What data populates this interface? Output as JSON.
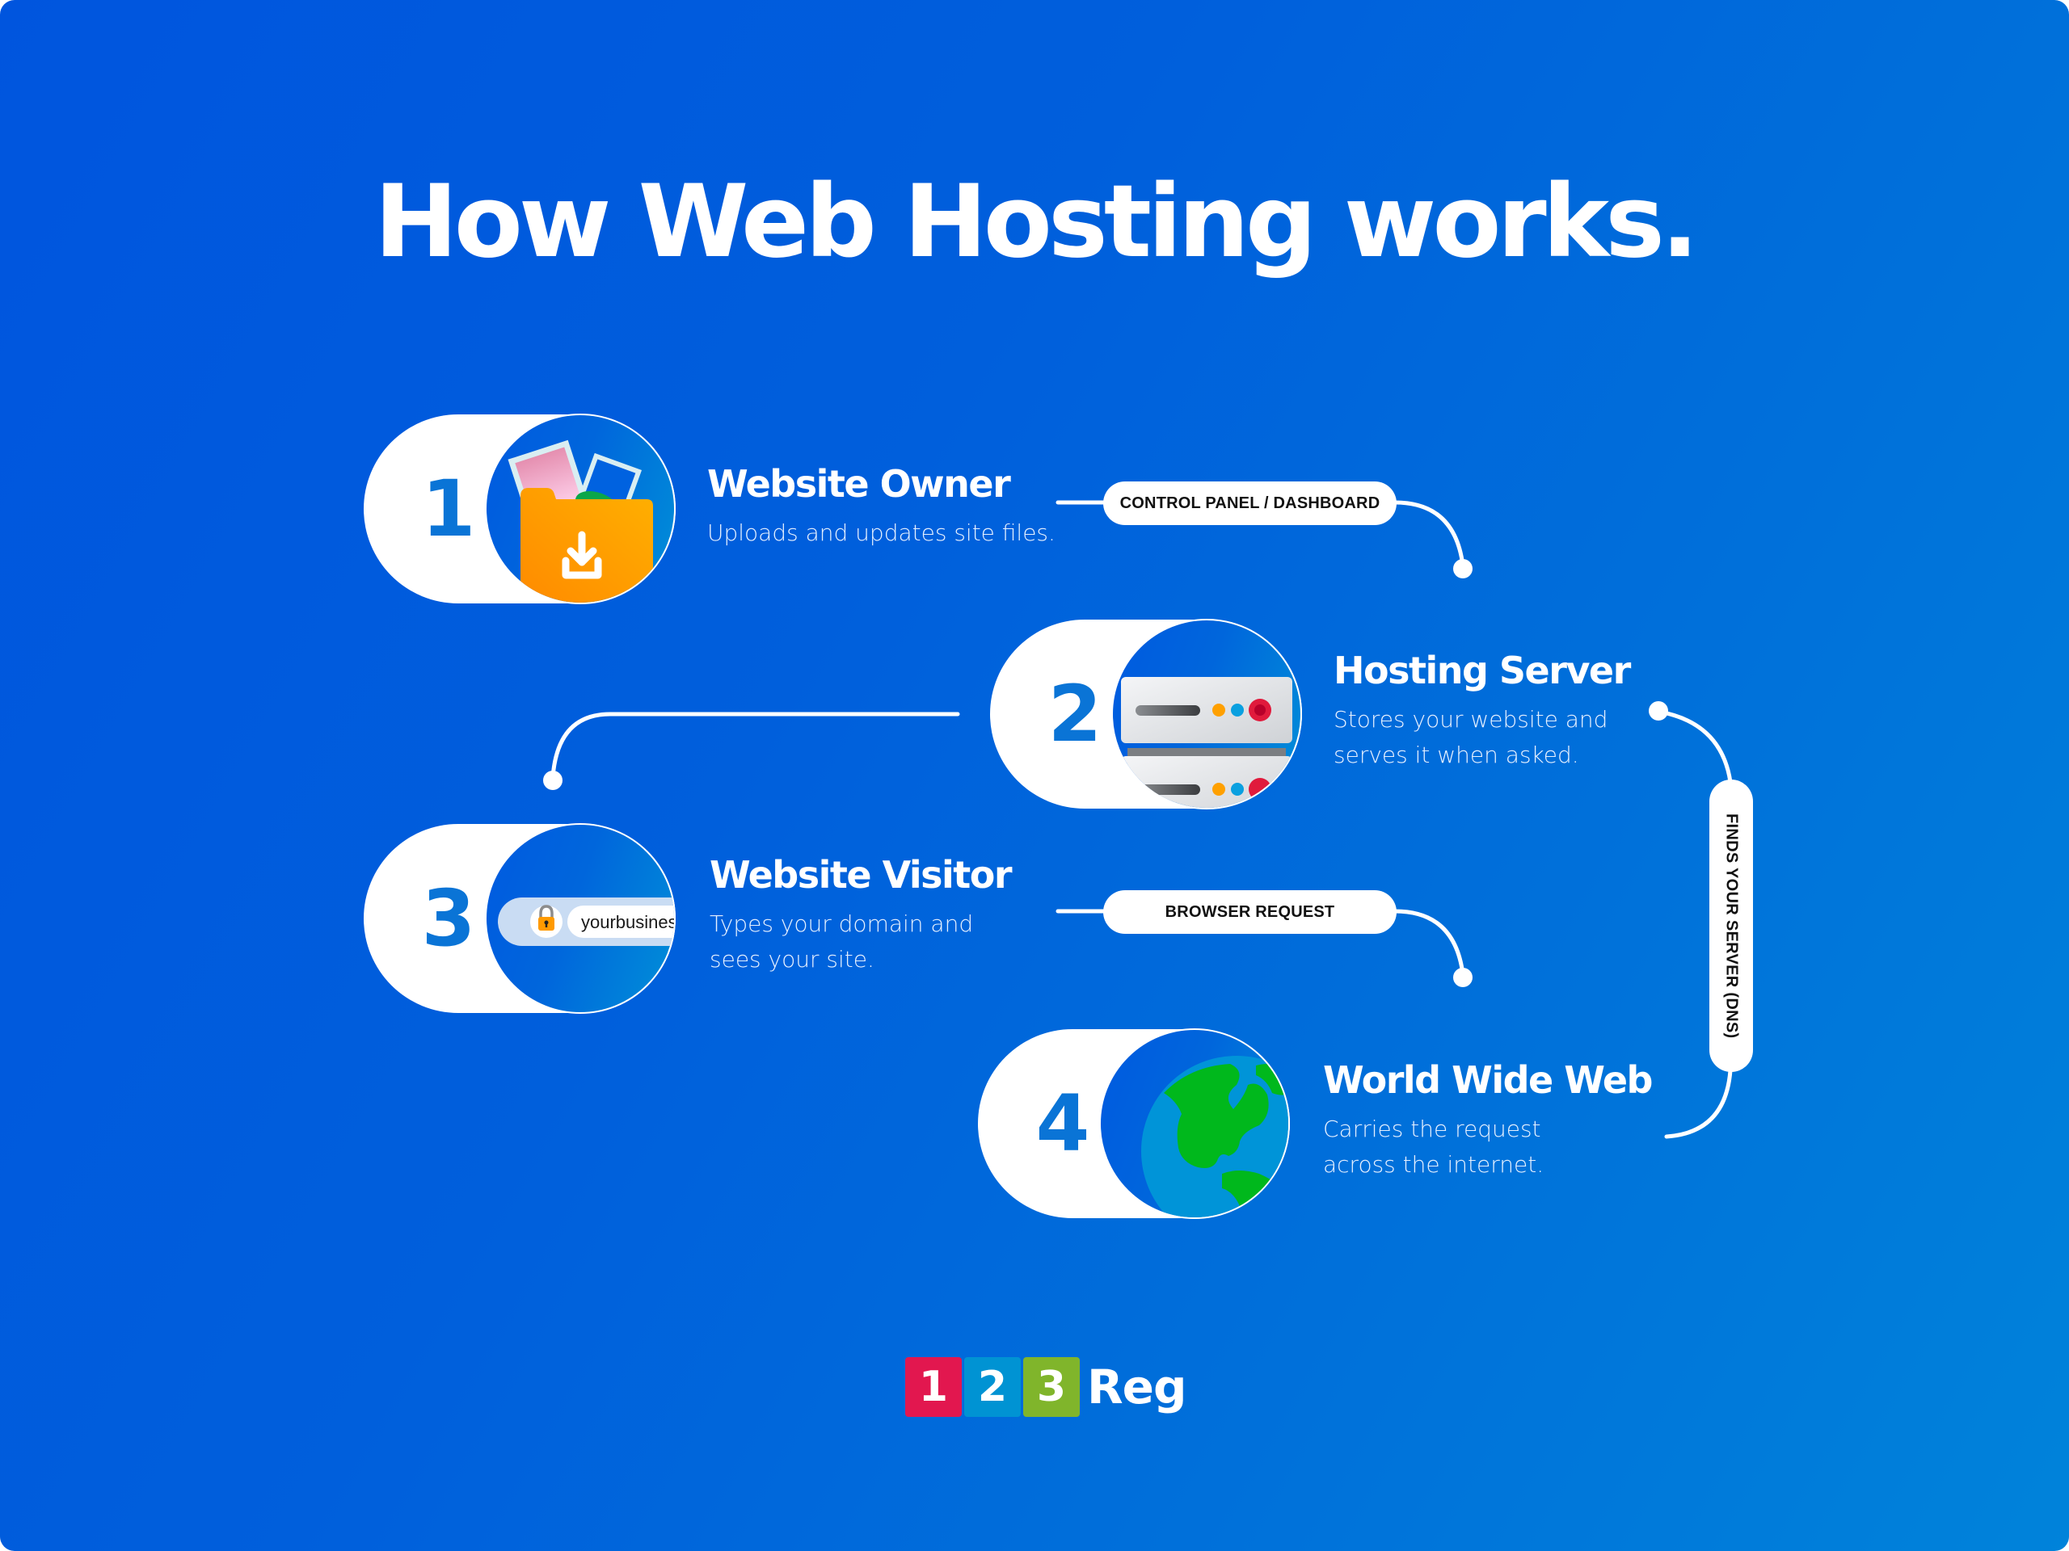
{
  "title": "How Web Hosting works.",
  "colors": {
    "background_start": "#0055de",
    "background_end": "#0083da",
    "step_number": "#0a74d6",
    "pill": "#ffffff",
    "connector": "#ffffff"
  },
  "steps": [
    {
      "number": "1",
      "title": "Website Owner",
      "description": [
        "Uploads and updates site files."
      ],
      "icon": "folder-upload-icon"
    },
    {
      "number": "2",
      "title": "Hosting Server",
      "description": [
        "Stores your website and",
        "serves it when asked."
      ],
      "icon": "server-icon"
    },
    {
      "number": "3",
      "title": "Website Visitor",
      "description": [
        "Types your domain and",
        "sees your site."
      ],
      "icon": "browser-address-bar-icon",
      "address_bar_text": "yourbusines"
    },
    {
      "number": "4",
      "title": "World Wide Web",
      "description": [
        "Carries the request",
        "across the internet."
      ],
      "icon": "globe-icon"
    }
  ],
  "connector_labels": {
    "owner_to_server": "CONTROL PANEL / DASHBOARD",
    "visitor_to_web": "BROWSER REQUEST",
    "web_to_server": "FINDS YOUR SERVER (DNS)"
  },
  "logo": {
    "digits": [
      {
        "text": "1",
        "color": "#e2174f"
      },
      {
        "text": "2",
        "color": "#0093d3"
      },
      {
        "text": "3",
        "color": "#80b52b"
      }
    ],
    "text": "Reg"
  }
}
